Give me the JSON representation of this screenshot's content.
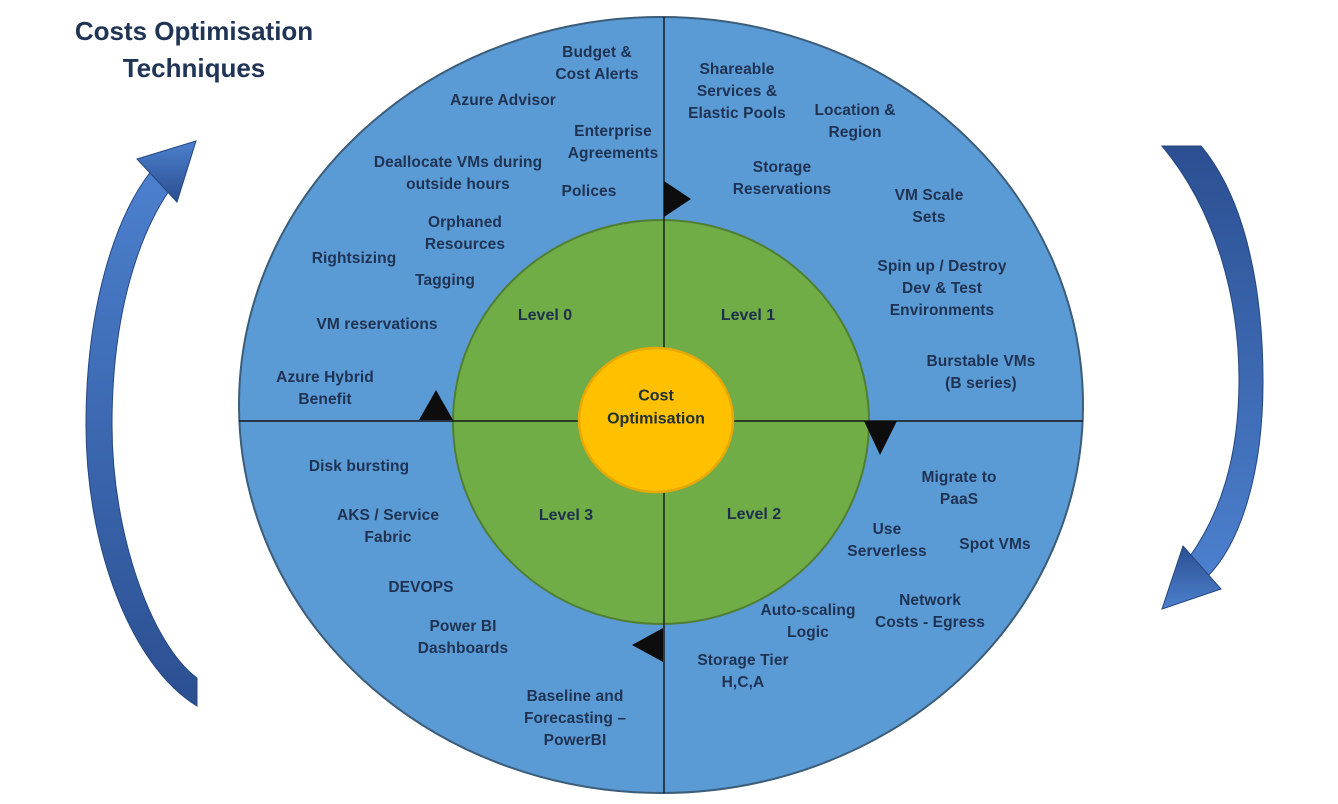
{
  "title": "Costs Optimisation\nTechniques",
  "core": {
    "label": "Cost\nOptimisation"
  },
  "quadrants": {
    "level0": {
      "label": "Level 0",
      "items": [
        "Budget &\nCost Alerts",
        "Azure Advisor",
        "Enterprise\nAgreements",
        "Deallocate VMs during\noutside hours",
        "Polices",
        "Orphaned\nResources",
        "Rightsizing",
        "Tagging",
        "VM reservations",
        "Azure Hybrid\nBenefit"
      ]
    },
    "level1": {
      "label": "Level 1",
      "items": [
        "Shareable\nServices &\nElastic Pools",
        "Location &\nRegion",
        "Storage\nReservations",
        "VM Scale\nSets",
        "Spin up / Destroy\nDev & Test\nEnvironments",
        "Burstable VMs\n(B series)"
      ]
    },
    "level2": {
      "label": "Level 2",
      "items": [
        "Migrate to\nPaaS",
        "Use\nServerless",
        "Spot VMs",
        "Network\nCosts - Egress",
        "Auto-scaling\nLogic",
        "Storage Tier\nH,C,A"
      ]
    },
    "level3": {
      "label": "Level 3",
      "items": [
        "Disk bursting",
        "AKS / Service\nFabric",
        "DEVOPS",
        "Power BI\nDashboards",
        "Baseline and\nForecasting –\nPowerBI"
      ]
    }
  },
  "colors": {
    "outer_ring": "#5B9BD5",
    "outer_ring_border": "#41719C",
    "inner_ring": "#70AD47",
    "inner_ring_border": "#507E32",
    "core": "#FFC000",
    "core_border": "#E7A802",
    "flow_marker": "#0d0d0d",
    "curve_arrow": "#4472C4",
    "text": "#1F3252"
  }
}
